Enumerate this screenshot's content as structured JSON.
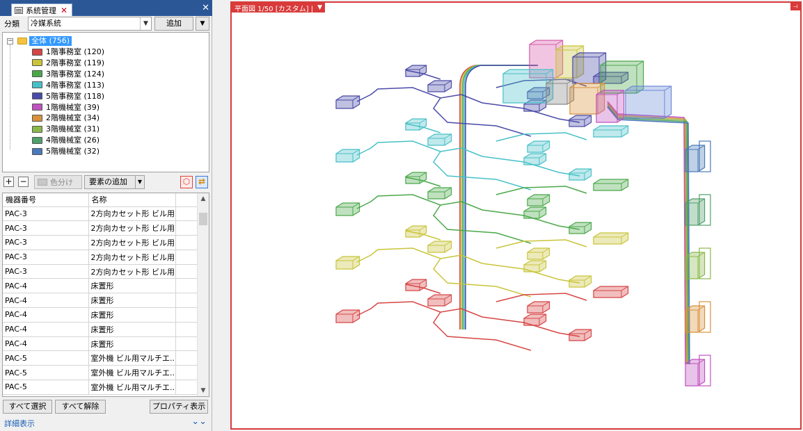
{
  "panel": {
    "title": "系統管理",
    "classify_label": "分類",
    "classify_value": "冷媒系統",
    "add_label": "追加"
  },
  "tree": {
    "root_label": "全体 (756)",
    "items": [
      {
        "label": "1階事務室 (120)",
        "color": "#d64545"
      },
      {
        "label": "2階事務室 (119)",
        "color": "#c9c43a"
      },
      {
        "label": "3階事務室 (124)",
        "color": "#4aa84a"
      },
      {
        "label": "4階事務室 (113)",
        "color": "#48c0c8"
      },
      {
        "label": "5階事務室 (118)",
        "color": "#4a4aa8"
      },
      {
        "label": "1階機械室 (39)",
        "color": "#c052c0"
      },
      {
        "label": "2階機械室 (34)",
        "color": "#d8913a"
      },
      {
        "label": "3階機械室 (31)",
        "color": "#8ab84a"
      },
      {
        "label": "4階機械室 (26)",
        "color": "#4fa06a"
      },
      {
        "label": "5階機械室 (32)",
        "color": "#4a7ab8"
      }
    ]
  },
  "toolbar": {
    "expand_icon": "plus-box-icon",
    "collapse_icon": "minus-box-icon",
    "color_label": "色分け",
    "element_add_label": "要素の追加"
  },
  "grid": {
    "columns": [
      "機器番号",
      "名称"
    ],
    "rows": [
      [
        "PAC-3",
        "2方向カセット形 ビル用..."
      ],
      [
        "PAC-3",
        "2方向カセット形 ビル用..."
      ],
      [
        "PAC-3",
        "2方向カセット形 ビル用..."
      ],
      [
        "PAC-3",
        "2方向カセット形 ビル用..."
      ],
      [
        "PAC-3",
        "2方向カセット形 ビル用..."
      ],
      [
        "PAC-4",
        "床置形"
      ],
      [
        "PAC-4",
        "床置形"
      ],
      [
        "PAC-4",
        "床置形"
      ],
      [
        "PAC-4",
        "床置形"
      ],
      [
        "PAC-4",
        "床置形"
      ],
      [
        "PAC-5",
        "室外機 ビル用マルチエ..."
      ],
      [
        "PAC-5",
        "室外機 ビル用マルチエ..."
      ],
      [
        "PAC-5",
        "室外機 ビル用マルチエ..."
      ]
    ]
  },
  "buttons": {
    "select_all": "すべて選択",
    "deselect_all": "すべて解除",
    "properties": "プロパティ表示"
  },
  "detail": {
    "label": "詳細表示"
  },
  "view": {
    "tab_label": "平面図 1/50 [カスタム] |",
    "floor_colors": [
      "#d64545",
      "#c9c43a",
      "#4aa84a",
      "#48c0c8",
      "#4a4aa8"
    ],
    "riser_colors": [
      "#c052c0",
      "#d8913a",
      "#8ab84a",
      "#4fa06a",
      "#4a7ab8"
    ]
  }
}
